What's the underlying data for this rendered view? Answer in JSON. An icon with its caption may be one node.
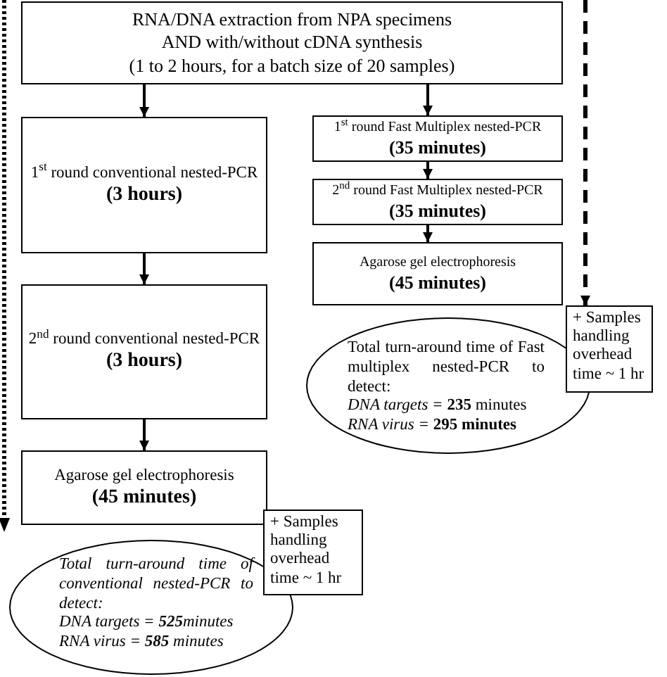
{
  "diagram": {
    "nodes": [
      {
        "text": [
          "RNA/DNA extraction from NPA specimens",
          "AND with/without cDNA synthesis",
          "(1 to 2 hours, for a batch size of 20 samples)"
        ]
      },
      {
        "text": [
          "1$^{st}$ round conventional nested-PCR",
          "(3 hours)"
        ]
      },
      {
        "text": [
          "2$^{nd}$ round conventional nested-PCR",
          "(3 hours)"
        ]
      },
      {
        "text": [
          "Agarose gel electrophoresis",
          "(45 minutes)"
        ]
      },
      {
        "text": [
          "1$^{st}$ round Fast Multiplex nested-PCR",
          "(35 minutes)"
        ]
      },
      {
        "text": [
          "2$^{nd}$ round Fast Multiplex nested-PCR",
          "(35 minutes)"
        ]
      },
      {
        "text": [
          "Agarose gel electrophoresis",
          "(45 minutes)"
        ]
      },
      {
        "text": [
          "Total turn-around time of Fast multiplex nested-PCR to detect:",
          "*DNA targets =* **235** minutes",
          "*RNA virus =* **295 minutes**"
        ]
      },
      {
        "text": [
          "+ Samples handling overhead time ~ 1 hr"
        ]
      },
      {
        "text": [
          "+ Samples handling overhead time ~ 1 hr"
        ]
      },
      {
        "text": [
          "Total turn-around time of conventional nested-PCR to detect:",
          "DNA targets = **525**minutes",
          "RNA virus = **585** minutes"
        ]
      }
    ],
    "edges": [
      {
        "from": 0,
        "to": 1,
        "arrow": "to"
      },
      {
        "from": 0,
        "to": 4,
        "arrow": "to"
      },
      {
        "from": 1,
        "to": 2,
        "arrow": "to"
      },
      {
        "from": 2,
        "to": 3,
        "arrow": "to"
      },
      {
        "from": 4,
        "to": 5,
        "arrow": "to"
      },
      {
        "from": 5,
        "to": 6,
        "arrow": "to"
      },
      {
        "from": null,
        "to": 8,
        "arrow": "to",
        "style": "dashed"
      }
    ]
  }
}
